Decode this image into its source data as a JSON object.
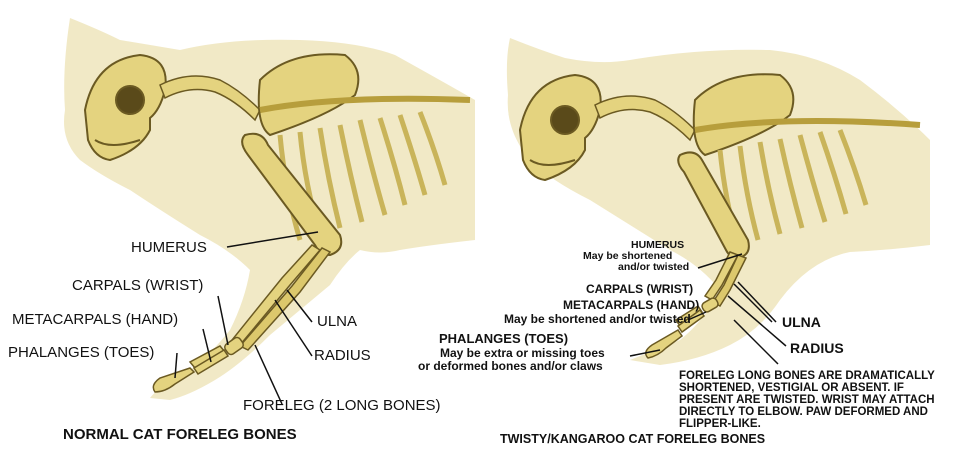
{
  "left_panel": {
    "title": "NORMAL CAT FORELEG BONES",
    "labels": {
      "humerus": "HUMERUS",
      "carpals": "CARPALS (WRIST)",
      "metacarpals": "METACARPALS (HAND)",
      "phalanges": "PHALANGES (TOES)",
      "ulna": "ULNA",
      "radius": "RADIUS",
      "foreleg": "FORELEG (2 LONG BONES)"
    }
  },
  "right_panel": {
    "title": "TWISTY/KANGAROO CAT FORELEG BONES",
    "labels": {
      "humerus": "HUMERUS",
      "humerus_note_1": "May be shortened",
      "humerus_note_2": "and/or twisted",
      "carpals": "CARPALS (WRIST)",
      "metacarpals": "METACARPALS (HAND)",
      "metacarpals_note": "May be shortened and/or twisted",
      "phalanges": "PHALANGES (TOES)",
      "phalanges_note_1": "May be extra or missing toes",
      "phalanges_note_2": "or deformed bones and/or claws",
      "ulna": "ULNA",
      "radius": "RADIUS",
      "foreleg_note": "FORELEG LONG BONES ARE DRAMATICALLY SHORTENED, VESTIGIAL OR ABSENT.  IF PRESENT ARE TWISTED.  WRIST MAY ATTACH DIRECTLY TO ELBOW.  PAW DEFORMED AND FLIPPER-LIKE."
    }
  },
  "colors": {
    "body": "#efe7c0",
    "bone": "#e4d37f",
    "bone_dark": "#b79e3c",
    "outline": "#6b5a22",
    "leader": "#111111"
  }
}
